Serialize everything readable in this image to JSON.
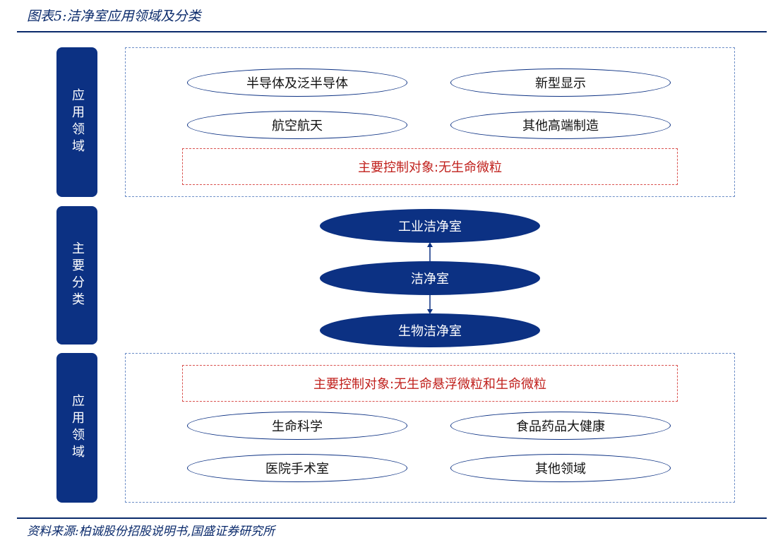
{
  "header": {
    "title": "图表5:洁净室应用领域及分类"
  },
  "footer": {
    "source": "资料来源:柏诚股份招股说明书,国盛证券研究所"
  },
  "side_labels": {
    "top": "应用领域",
    "middle": "主要分类",
    "bottom": "应用领域"
  },
  "top_group": {
    "fields": [
      "半导体及泛半导体",
      "新型显示",
      "航空航天",
      "其他高端制造"
    ],
    "control_object": "主要控制对象:无生命微粒"
  },
  "classification": {
    "industrial": "工业洁净室",
    "center": "洁净室",
    "biological": "生物洁净室"
  },
  "bottom_group": {
    "control_object": "主要控制对象:无生命悬浮微粒和生命微粒",
    "fields": [
      "生命科学",
      "食品药品大健康",
      "医院手术室",
      "其他领域"
    ]
  },
  "colors": {
    "navy": "#0c3183",
    "red": "#c0201c",
    "dashed_blue": "#6d8ec7"
  }
}
